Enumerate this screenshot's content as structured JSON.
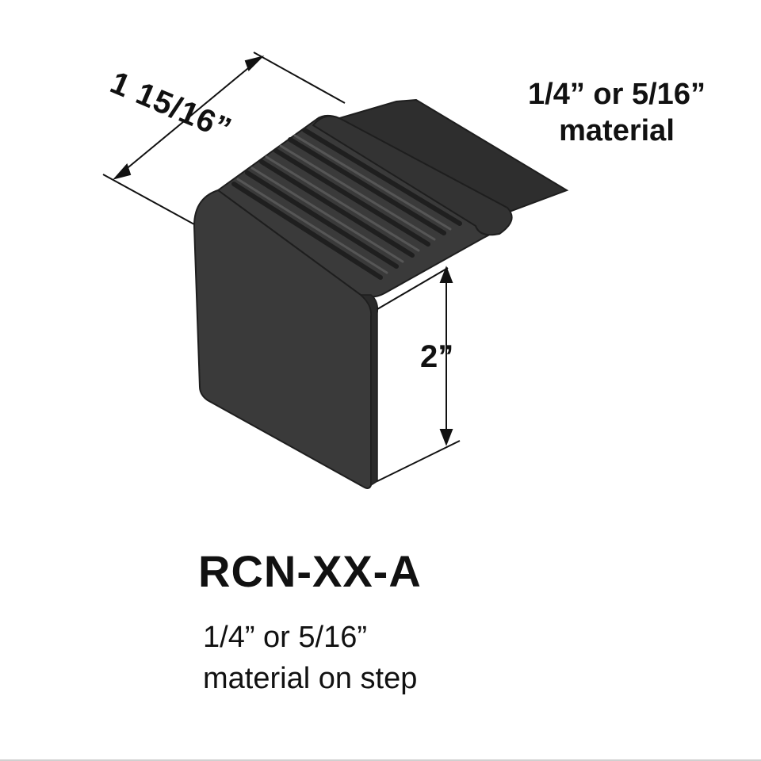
{
  "product": {
    "model": "RCN-XX-A",
    "description_lines": [
      "1/4” or 5/16”",
      "material on step"
    ]
  },
  "dimensions": {
    "width": "1 15/16”",
    "height": "2”"
  },
  "material_note": {
    "line1": "1/4” or 5/16”",
    "line2": "material"
  },
  "colors": {
    "profile": "#3a3a3a",
    "profile_dark": "#262626",
    "profile_highlight": "#555555",
    "text": "#111111",
    "background": "#ffffff"
  }
}
